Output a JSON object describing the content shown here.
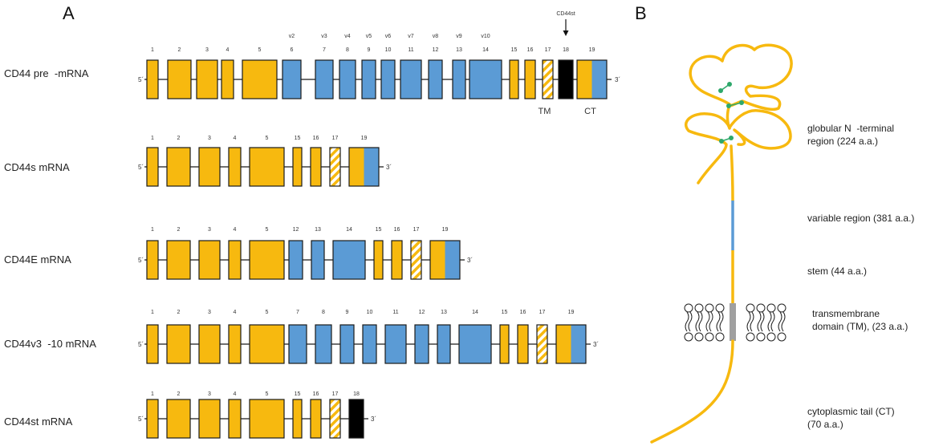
{
  "panels": {
    "a": "A",
    "b": "B"
  },
  "colors": {
    "constant": "#F7B90F",
    "variant": "#5B9BD5",
    "cd44st_exon": "#000000",
    "tm_stripe": "#F7B90F",
    "outline": "#1a1a1a",
    "disulfide": "#2ea86b",
    "membrane_segment": "#A0A0A0"
  },
  "strand_labels": {
    "five_prime": "5´",
    "three_prime": "3´"
  },
  "annotations": {
    "cd44st_arrow": "CD44st",
    "tm": "TM",
    "ct": "CT"
  },
  "transcripts": [
    {
      "name": "CD44 pre  -mRNA",
      "variant_labels": [
        "v2",
        "v3",
        "v4",
        "v5",
        "v6",
        "v7",
        "v8",
        "v9",
        "v10"
      ],
      "exons": [
        {
          "num": "1",
          "kind": "constant"
        },
        {
          "num": "2",
          "kind": "constant"
        },
        {
          "num": "3",
          "kind": "constant"
        },
        {
          "num": "4",
          "kind": "constant"
        },
        {
          "num": "5",
          "kind": "constant"
        },
        {
          "num": "6",
          "kind": "variant"
        },
        {
          "num": "7",
          "kind": "variant"
        },
        {
          "num": "8",
          "kind": "variant"
        },
        {
          "num": "9",
          "kind": "variant"
        },
        {
          "num": "10",
          "kind": "variant"
        },
        {
          "num": "11",
          "kind": "variant"
        },
        {
          "num": "12",
          "kind": "variant"
        },
        {
          "num": "13",
          "kind": "variant"
        },
        {
          "num": "14",
          "kind": "variant"
        },
        {
          "num": "15",
          "kind": "constant"
        },
        {
          "num": "16",
          "kind": "constant"
        },
        {
          "num": "17",
          "kind": "tm"
        },
        {
          "num": "18",
          "kind": "stop"
        },
        {
          "num": "19",
          "kind": "split"
        }
      ]
    },
    {
      "name": "CD44s mRNA",
      "exons": [
        {
          "num": "1",
          "kind": "constant"
        },
        {
          "num": "2",
          "kind": "constant"
        },
        {
          "num": "3",
          "kind": "constant"
        },
        {
          "num": "4",
          "kind": "constant"
        },
        {
          "num": "5",
          "kind": "constant"
        },
        {
          "num": "15",
          "kind": "constant"
        },
        {
          "num": "16",
          "kind": "constant"
        },
        {
          "num": "17",
          "kind": "tm"
        },
        {
          "num": "19",
          "kind": "split"
        }
      ]
    },
    {
      "name": "CD44E mRNA",
      "exons": [
        {
          "num": "1",
          "kind": "constant"
        },
        {
          "num": "2",
          "kind": "constant"
        },
        {
          "num": "3",
          "kind": "constant"
        },
        {
          "num": "4",
          "kind": "constant"
        },
        {
          "num": "5",
          "kind": "constant"
        },
        {
          "num": "12",
          "kind": "variant"
        },
        {
          "num": "13",
          "kind": "variant"
        },
        {
          "num": "14",
          "kind": "variant"
        },
        {
          "num": "15",
          "kind": "constant"
        },
        {
          "num": "16",
          "kind": "constant"
        },
        {
          "num": "17",
          "kind": "tm"
        },
        {
          "num": "19",
          "kind": "split"
        }
      ]
    },
    {
      "name": "CD44v3  -10 mRNA",
      "exons": [
        {
          "num": "1",
          "kind": "constant"
        },
        {
          "num": "2",
          "kind": "constant"
        },
        {
          "num": "3",
          "kind": "constant"
        },
        {
          "num": "4",
          "kind": "constant"
        },
        {
          "num": "5",
          "kind": "constant"
        },
        {
          "num": "7",
          "kind": "variant"
        },
        {
          "num": "8",
          "kind": "variant"
        },
        {
          "num": "9",
          "kind": "variant"
        },
        {
          "num": "10",
          "kind": "variant"
        },
        {
          "num": "11",
          "kind": "variant"
        },
        {
          "num": "12",
          "kind": "variant"
        },
        {
          "num": "13",
          "kind": "variant"
        },
        {
          "num": "14",
          "kind": "variant"
        },
        {
          "num": "15",
          "kind": "constant"
        },
        {
          "num": "16",
          "kind": "constant"
        },
        {
          "num": "17",
          "kind": "tm"
        },
        {
          "num": "19",
          "kind": "split"
        }
      ]
    },
    {
      "name": "CD44st mRNA",
      "exons": [
        {
          "num": "1",
          "kind": "constant"
        },
        {
          "num": "2",
          "kind": "constant"
        },
        {
          "num": "3",
          "kind": "constant"
        },
        {
          "num": "4",
          "kind": "constant"
        },
        {
          "num": "5",
          "kind": "constant"
        },
        {
          "num": "15",
          "kind": "constant"
        },
        {
          "num": "16",
          "kind": "constant"
        },
        {
          "num": "17",
          "kind": "tm"
        },
        {
          "num": "18",
          "kind": "stop"
        }
      ]
    }
  ],
  "protein_regions": {
    "globular": "globular N  -terminal\nregion (224 a.a.)",
    "variable": "variable region (381 a.a.)",
    "stem": "stem (44 a.a.)",
    "transmembrane": "transmembrane\ndomain (TM), (23 a.a.)",
    "cytoplasmic": "cytoplasmic tail (CT)\n(70 a.a.)"
  }
}
